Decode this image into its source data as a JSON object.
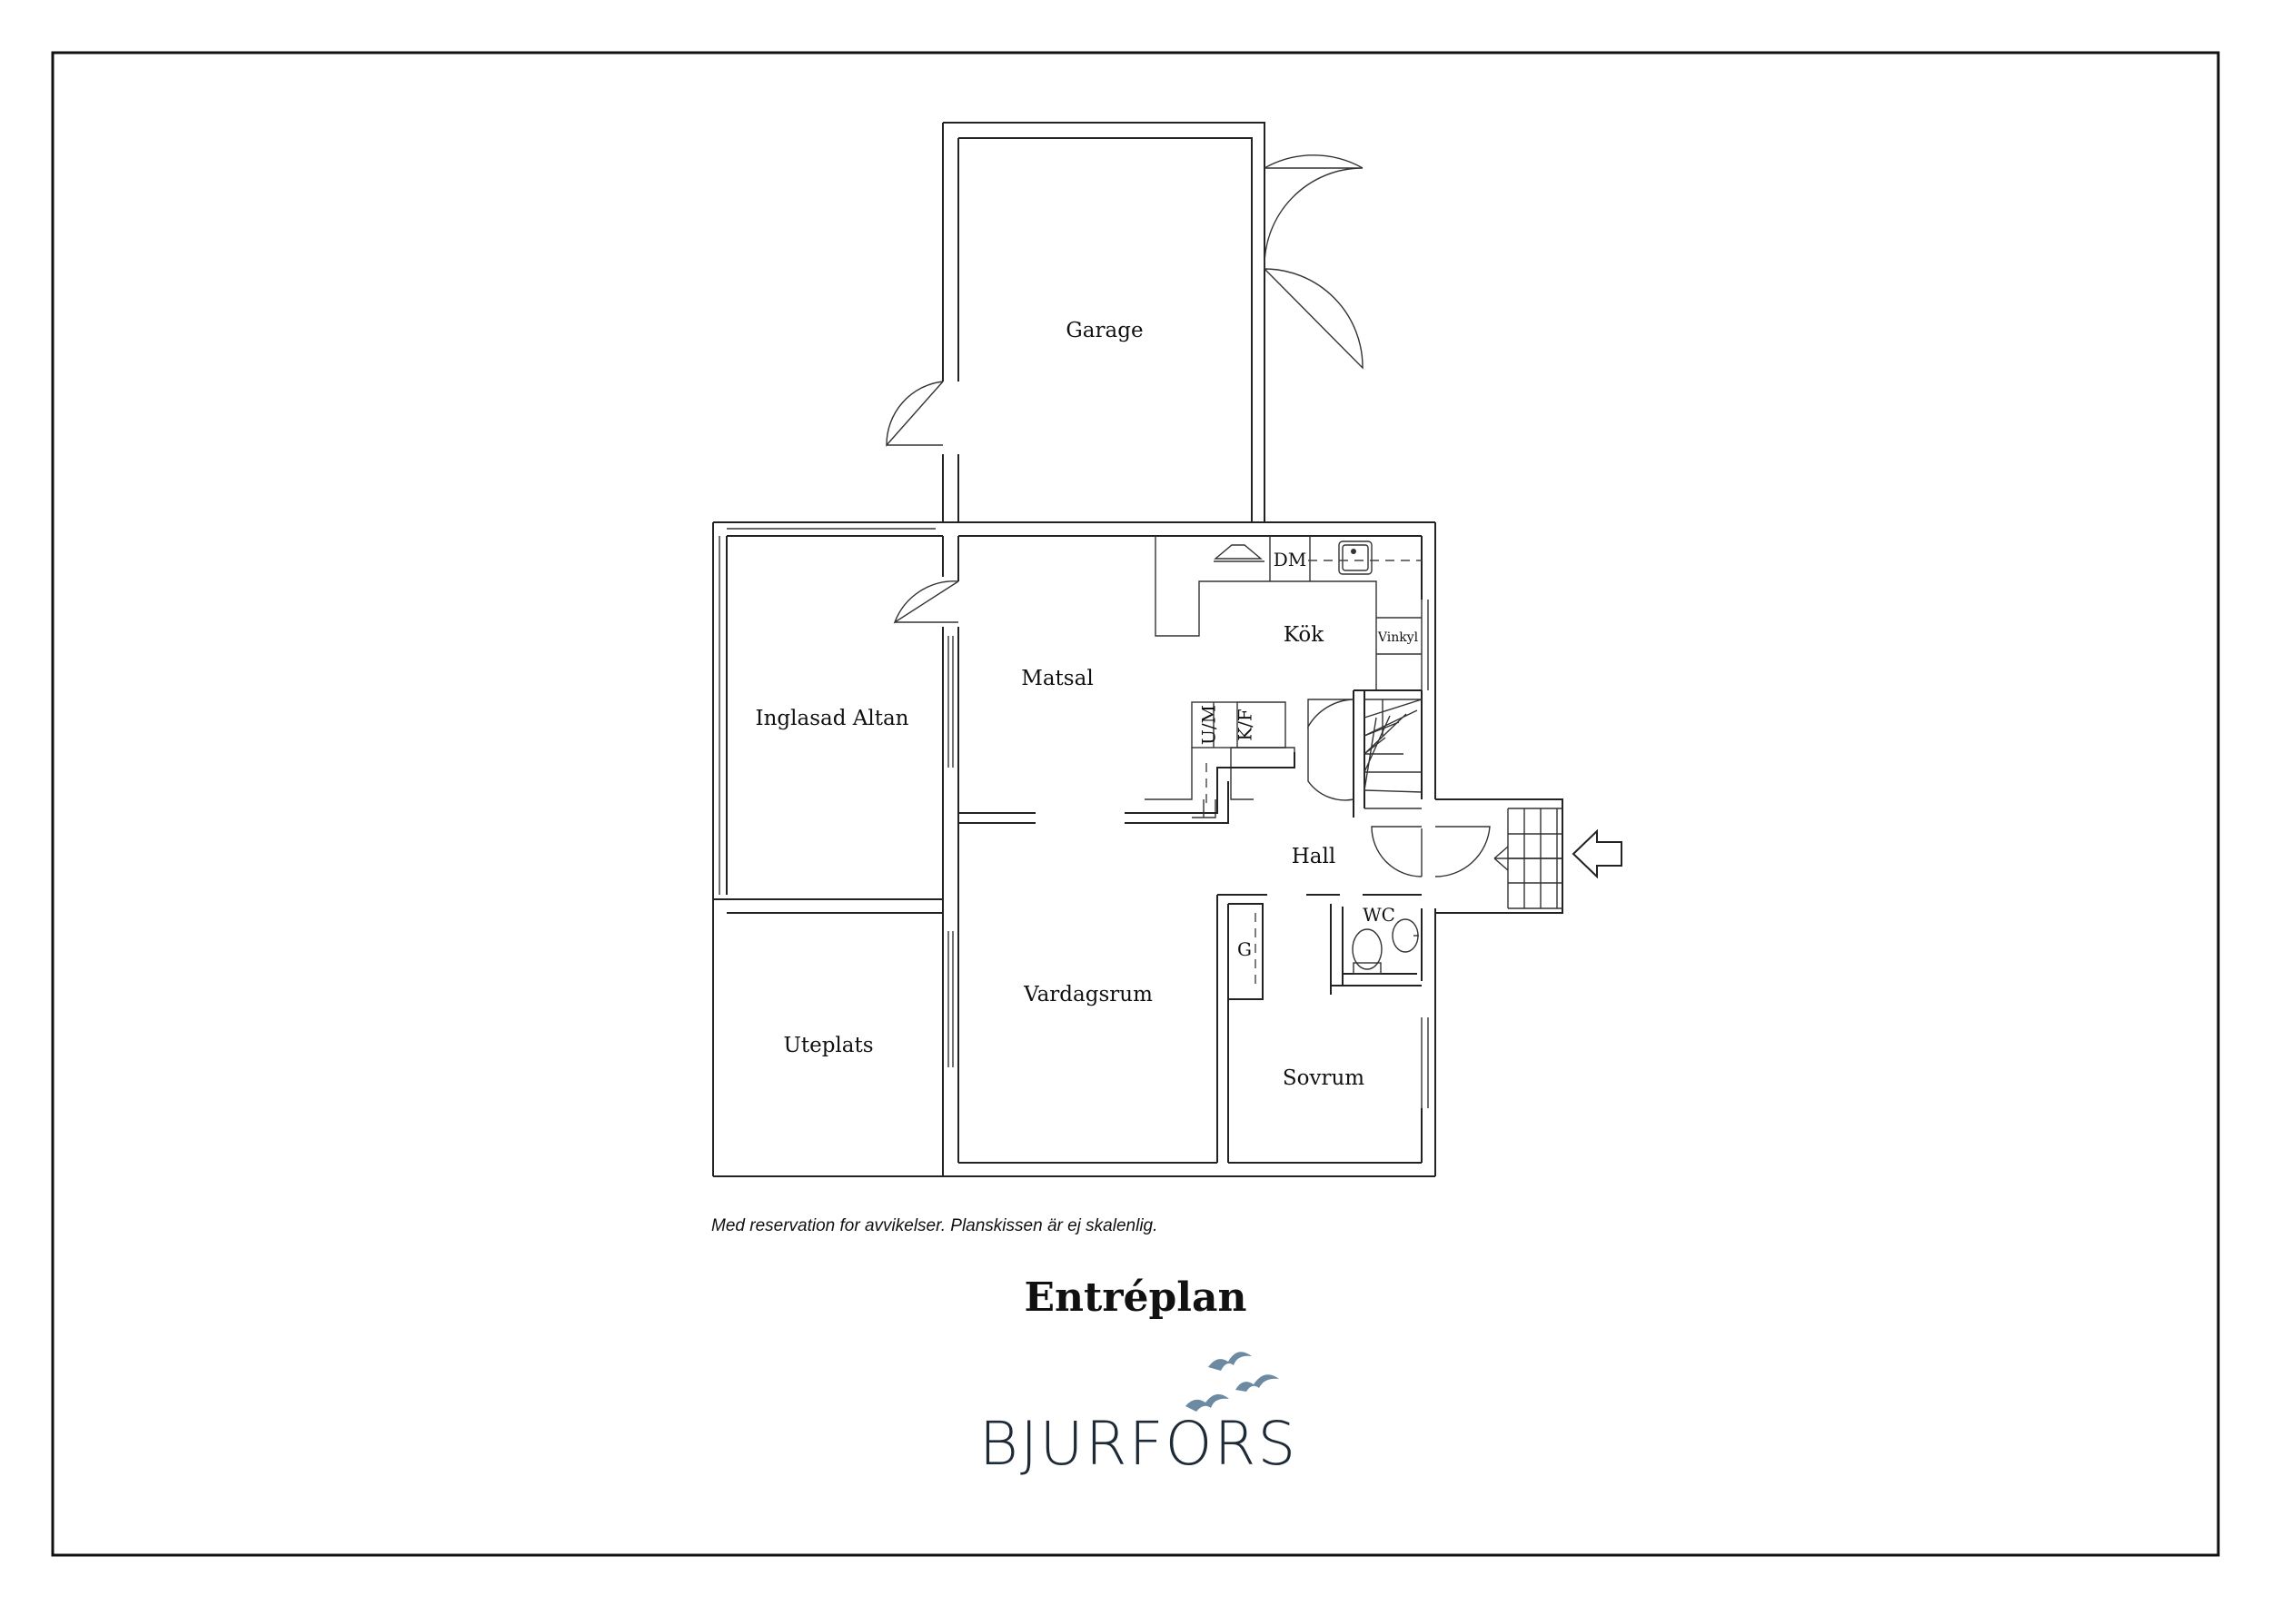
{
  "rooms": {
    "garage": "Garage",
    "kitchen": "Kök",
    "dining": "Matsal",
    "glazed_terrace": "Inglasad Altan",
    "hall": "Hall",
    "wc": "WC",
    "living": "Vardagsrum",
    "patio": "Uteplats",
    "bedroom": "Sovrum"
  },
  "fixtures": {
    "dishwasher": "DM",
    "wine_cooler": "Vinkyl",
    "washer_dryer": "U/M",
    "fridge_freezer": "K/F",
    "wardrobe": "G"
  },
  "disclaimer": "Med reservation for avvikelser. Planskissen är ej skalenlig.",
  "plan_title": "Entréplan",
  "brand": {
    "name": "BJURFORS",
    "logo_icon": "birds-icon",
    "accent_color": "#6d8aa3"
  }
}
